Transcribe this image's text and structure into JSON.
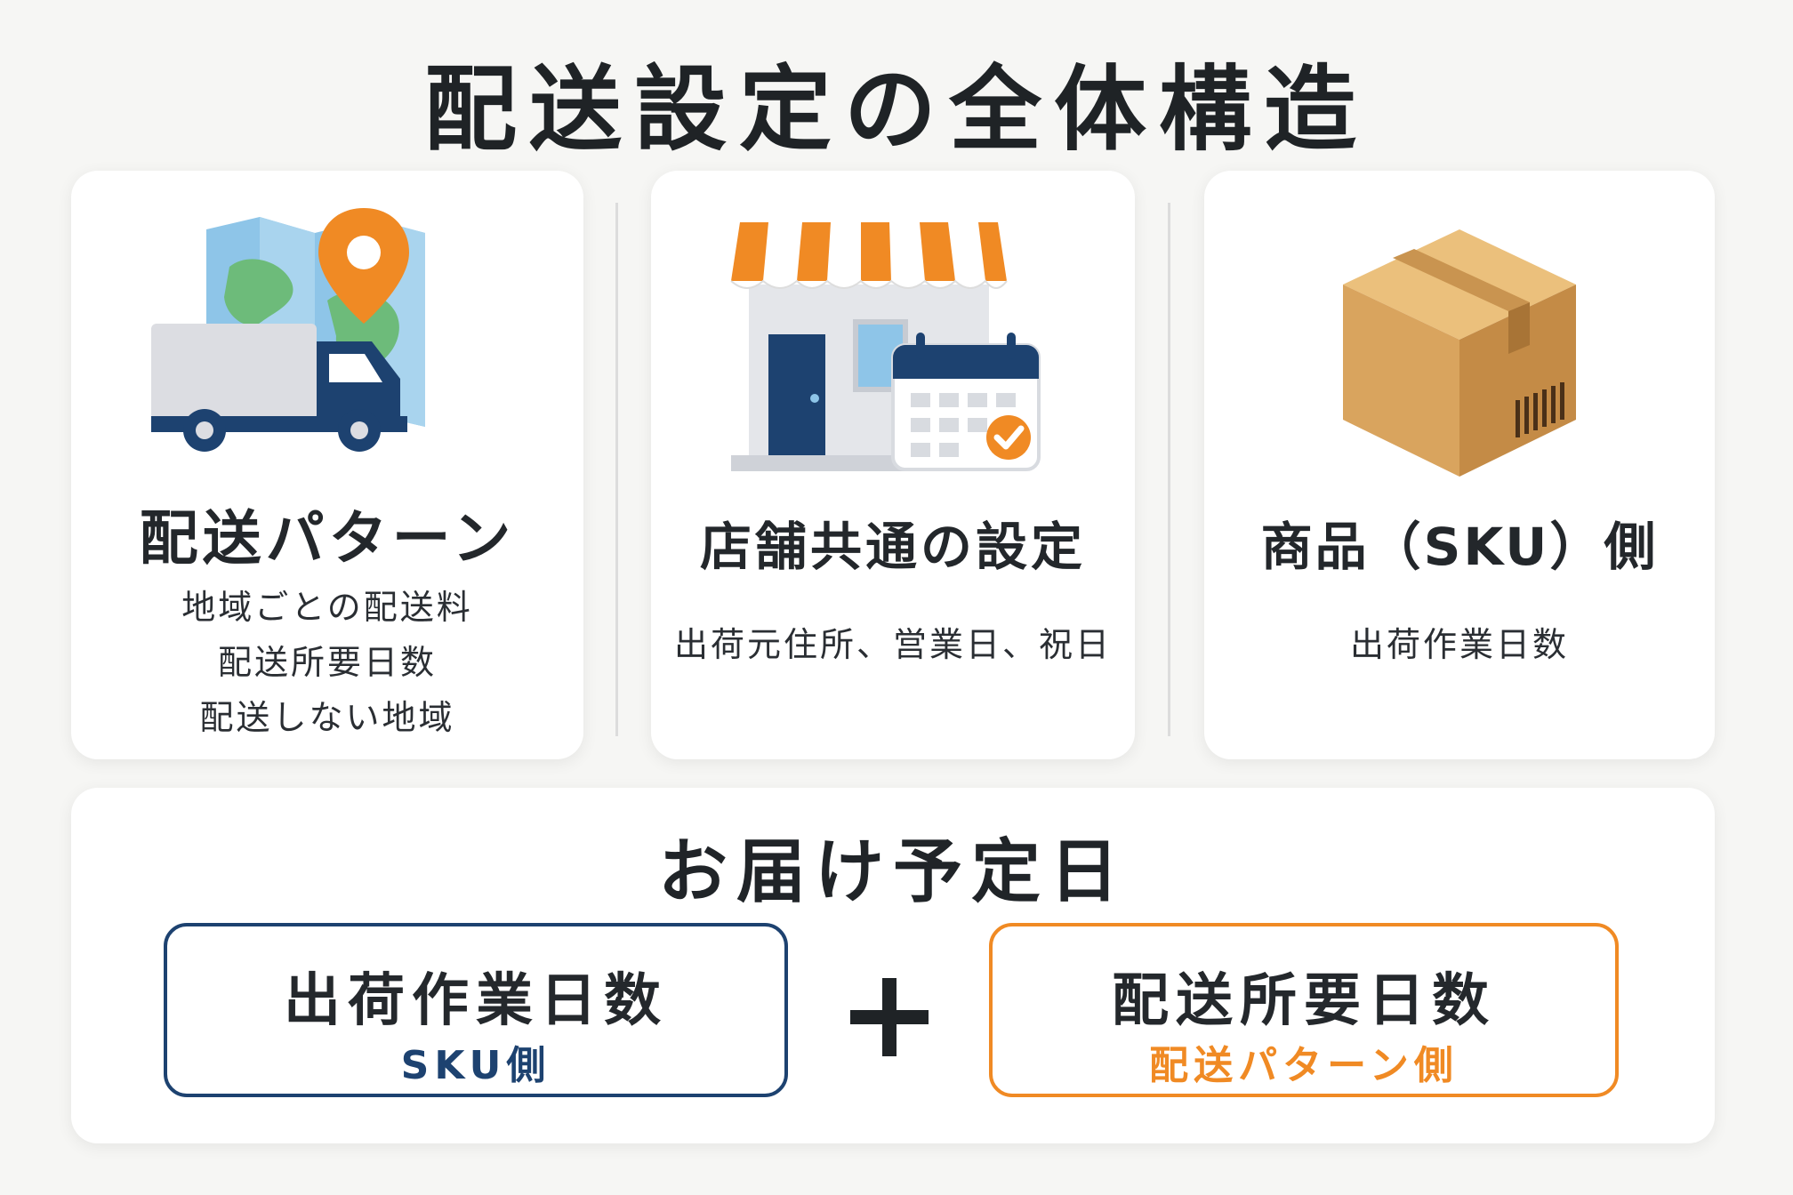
{
  "title": "配送設定の全体構造",
  "cards": [
    {
      "title": "配送パターン",
      "lines": [
        "地域ごとの配送料",
        "配送所要日数",
        "配送しない地域"
      ],
      "icon": "truck-map-pin-icon"
    },
    {
      "title": "店舗共通の設定",
      "lines": [
        "出荷元住所、営業日、祝日"
      ],
      "icon": "store-calendar-icon"
    },
    {
      "title": "商品（SKU）側",
      "lines": [
        "出荷作業日数"
      ],
      "icon": "cardboard-box-icon"
    }
  ],
  "delivery": {
    "title": "お届け予定日",
    "left": {
      "main": "出荷作業日数",
      "sub": "SKU側"
    },
    "operator": "plus-icon",
    "right": {
      "main": "配送所要日数",
      "sub": "配送パターン側"
    }
  },
  "colors": {
    "navy": "#1d4270",
    "orange": "#f08a24",
    "text": "#1f2326"
  }
}
